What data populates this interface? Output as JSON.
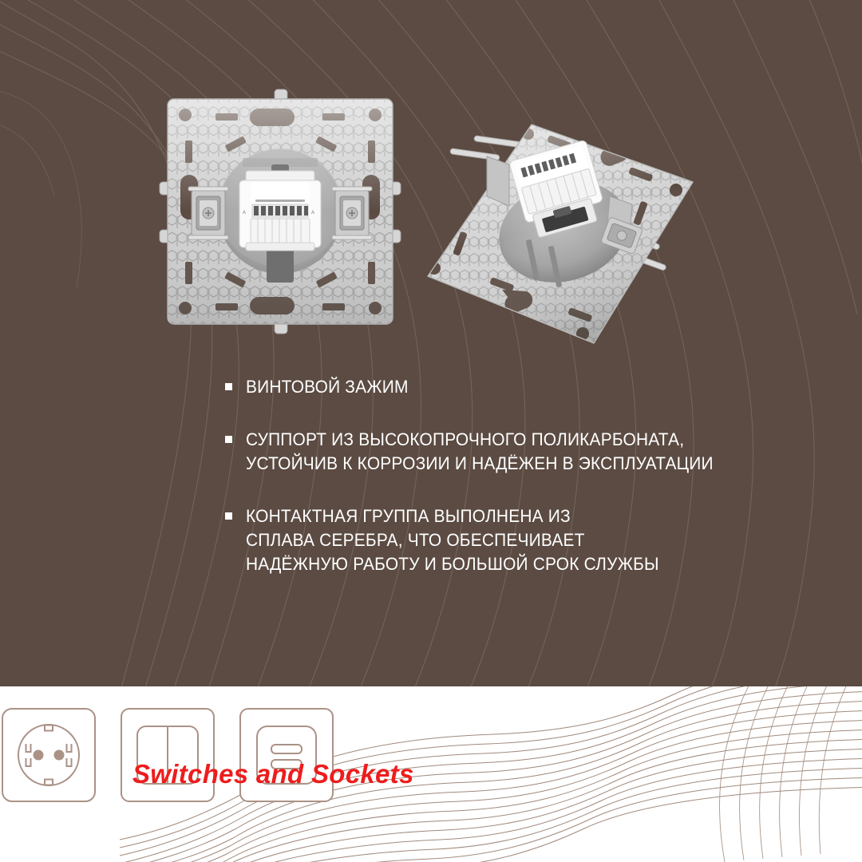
{
  "colors": {
    "background_brown": "#5b4b42",
    "footer_white": "#ffffff",
    "text_white": "#ffffff",
    "brand_red": "#ee1c1c",
    "line_brown": "#a08a7c",
    "product_gray": "#d2d2d2"
  },
  "hero": {
    "products": [
      {
        "name": "rj45-socket-mechanism-front",
        "view": "front",
        "description": "RJ45 network socket mechanism with honeycomb polycarbonate support frame, metal claw clamps and white keystone module"
      },
      {
        "name": "rj45-socket-mechanism-angled",
        "view": "three-quarter",
        "description": "Same RJ45 network socket mechanism shown at an angle"
      }
    ]
  },
  "features": [
    {
      "bullet": "square",
      "text": "ВИНТОВОЙ ЗАЖИМ"
    },
    {
      "bullet": "square",
      "text": "СУППОРТ ИЗ ВЫСОКОПРОЧНОГО ПОЛИКАРБОНАТА,\nУСТОЙЧИВ К КОРРОЗИИ И НАДЁЖЕН В ЭКСПЛУАТАЦИИ"
    },
    {
      "bullet": "square",
      "text": "КОНТАКТНАЯ ГРУППА ВЫПОЛНЕНА ИЗ\nСПЛАВА СЕРЕБРА, ЧТО ОБЕСПЕЧИВАЕТ\nНАДЁЖНУЮ РАБОТУ И БОЛЬШОЙ СРОК СЛУЖБЫ"
    }
  ],
  "footer": {
    "brand": "Switches and Sockets",
    "icons": [
      {
        "name": "schuko-socket-icon",
        "label": "socket"
      },
      {
        "name": "two-gang-switch-icon",
        "label": "switch"
      },
      {
        "name": "data-socket-icon",
        "label": "data socket"
      }
    ]
  }
}
